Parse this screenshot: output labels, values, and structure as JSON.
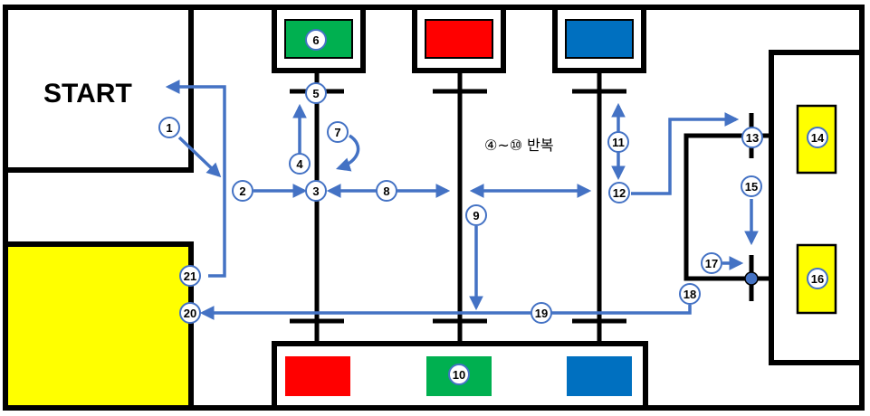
{
  "start_label": "START",
  "repeat_note": "④~⑩ 반복",
  "colors": {
    "wall": "#000000",
    "path": "#4472C4",
    "green": "#00B050",
    "red": "#FF0000",
    "blue": "#0070C0",
    "yellow": "#FFFF00"
  },
  "steps": [
    "1",
    "2",
    "3",
    "4",
    "5",
    "6",
    "7",
    "8",
    "9",
    "10",
    "11",
    "12",
    "13",
    "14",
    "15",
    "16",
    "17",
    "18",
    "19",
    "20",
    "21"
  ]
}
